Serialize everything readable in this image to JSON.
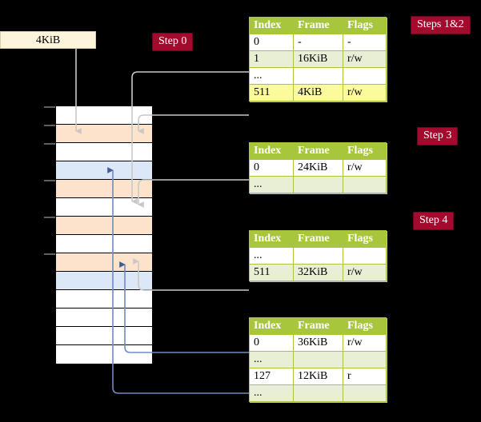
{
  "diagram": {
    "title_hidden": "",
    "source_box": {
      "label": "4KiB"
    },
    "steps": [
      {
        "name": "step-0",
        "label": "Step 0"
      },
      {
        "name": "steps-1-2",
        "label": "Steps 1&2"
      },
      {
        "name": "step-3",
        "label": "Step 3"
      },
      {
        "name": "step-4",
        "label": "Step 4"
      }
    ],
    "table_headers": {
      "index": "Index",
      "frame": "Frame",
      "flags": "Flags"
    },
    "tables": [
      {
        "name": "page-table-1",
        "rows": [
          {
            "index": "0",
            "frame": "-",
            "flags": "-",
            "alt": false,
            "highlight": false
          },
          {
            "index": "1",
            "frame": "16KiB",
            "flags": "r/w",
            "alt": true,
            "highlight": false
          },
          {
            "index": "...",
            "frame": "",
            "flags": "",
            "alt": false,
            "highlight": false
          },
          {
            "index": "511",
            "frame": "4KiB",
            "flags": "r/w",
            "alt": true,
            "highlight": true
          }
        ]
      },
      {
        "name": "page-table-2",
        "rows": [
          {
            "index": "0",
            "frame": "24KiB",
            "flags": "r/w",
            "alt": false,
            "highlight": false
          },
          {
            "index": "...",
            "frame": "",
            "flags": "",
            "alt": true,
            "highlight": false
          }
        ]
      },
      {
        "name": "page-table-3",
        "rows": [
          {
            "index": "...",
            "frame": "",
            "flags": "",
            "alt": false,
            "highlight": false
          },
          {
            "index": "511",
            "frame": "32KiB",
            "flags": "r/w",
            "alt": true,
            "highlight": false
          }
        ]
      },
      {
        "name": "page-table-4",
        "rows": [
          {
            "index": "0",
            "frame": "36KiB",
            "flags": "r/w",
            "alt": false,
            "highlight": false
          },
          {
            "index": "...",
            "frame": "",
            "flags": "",
            "alt": true,
            "highlight": false
          },
          {
            "index": "127",
            "frame": "12KiB",
            "flags": "r",
            "alt": false,
            "highlight": false
          },
          {
            "index": "...",
            "frame": "",
            "flags": "",
            "alt": true,
            "highlight": false
          }
        ]
      }
    ],
    "memory_rows": [
      {
        "fill": "white",
        "tick": true
      },
      {
        "fill": "orange",
        "tick": true
      },
      {
        "fill": "white",
        "tick": true
      },
      {
        "fill": "blue",
        "tick": false
      },
      {
        "fill": "orange",
        "tick": true
      },
      {
        "fill": "white",
        "tick": false
      },
      {
        "fill": "orange",
        "tick": true
      },
      {
        "fill": "white",
        "tick": false
      },
      {
        "fill": "orange",
        "tick": true
      },
      {
        "fill": "blue",
        "tick": false
      },
      {
        "fill": "white",
        "tick": false
      },
      {
        "fill": "white",
        "tick": false
      },
      {
        "fill": "white",
        "tick": false
      },
      {
        "fill": "white",
        "tick": false
      }
    ],
    "colors": {
      "background": "#000000",
      "badge": "#A40A2E",
      "badge_text": "#FFFFFF",
      "header_green": "#A8C63C",
      "row_alt_green": "#E8EFD4",
      "highlight_yellow": "#FBFB9C",
      "mem_orange": "#FDE3CB",
      "mem_blue": "#DCE7F7",
      "mem_white": "#FFFFFF",
      "source_box": "#FDF4DC",
      "arrow_gray": "#C8C8C8",
      "arrow_blue": "#5B7FB5"
    }
  }
}
